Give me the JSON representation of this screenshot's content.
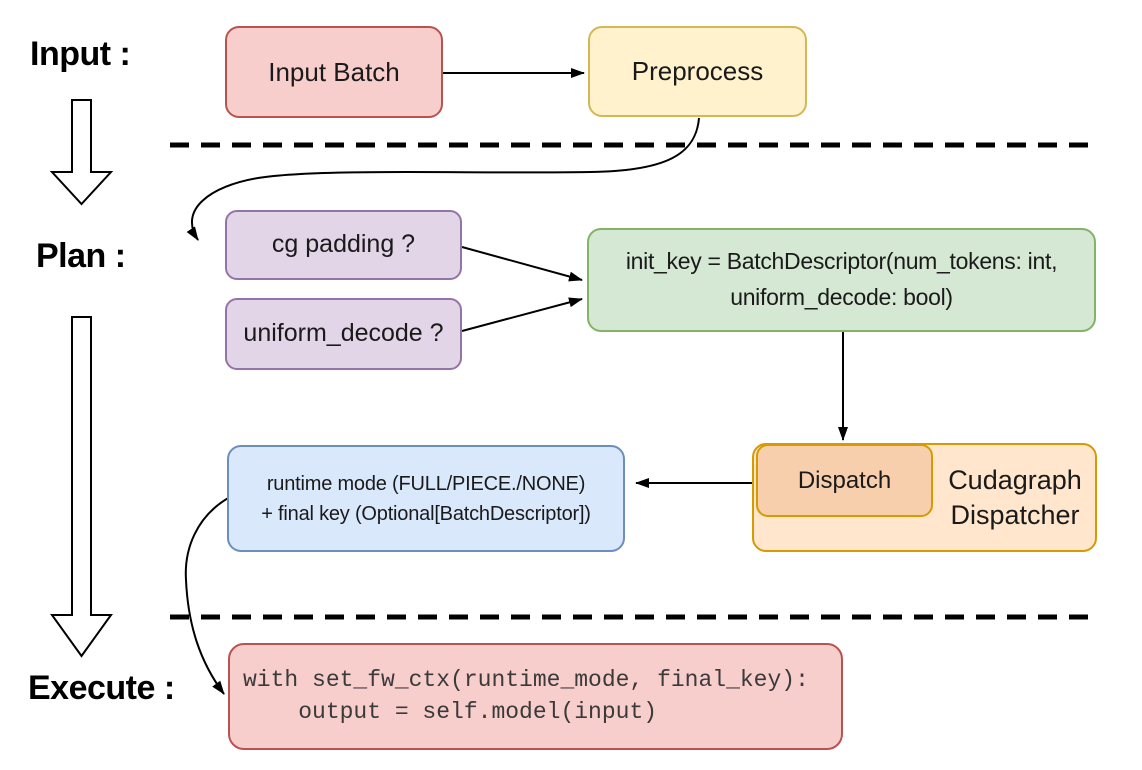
{
  "labels": {
    "input": "Input :",
    "plan": "Plan :",
    "execute": "Execute :"
  },
  "nodes": {
    "input_batch": {
      "label": "Input Batch",
      "fill": "#f8cecc",
      "stroke": "#b85450"
    },
    "preprocess": {
      "label": "Preprocess",
      "fill": "#fff2cc",
      "stroke": "#d6b656"
    },
    "cg_padding": {
      "label": "cg padding ?",
      "fill": "#e1d5e7",
      "stroke": "#9673a6"
    },
    "uniform_decode": {
      "label": "uniform_decode ?",
      "fill": "#e1d5e7",
      "stroke": "#9673a6"
    },
    "init_key": {
      "line1": "init_key = BatchDescriptor(num_tokens: int,",
      "line2": "uniform_decode: bool)",
      "fill": "#d5e8d4",
      "stroke": "#82b366"
    },
    "cudagraph_dispatcher": {
      "line1": "Cudagraph",
      "line2": "Dispatcher",
      "fill": "#ffe6cc",
      "stroke": "#d79b00"
    },
    "dispatch": {
      "label": "Dispatch",
      "fill": "#f8cfad",
      "stroke": "#d79b00"
    },
    "runtime_mode": {
      "line1": "runtime mode (FULL/PIECE./NONE)",
      "line2": "+ final key (Optional[BatchDescriptor])",
      "fill": "#dae8fc",
      "stroke": "#6c8ebf"
    },
    "execute_code": {
      "line1": "with set_fw_ctx(runtime_mode, final_key):",
      "line2": "    output = self.model(input)",
      "fill": "#f8cecc",
      "stroke": "#b85450"
    }
  },
  "colors": {
    "connector": "#000000",
    "red_fill": "#f8cecc",
    "red_stroke": "#b85450",
    "yellow_fill": "#fff2cc",
    "yellow_stroke": "#d6b656",
    "purple_fill": "#e1d5e7",
    "purple_stroke": "#9673a6",
    "green_fill": "#d5e8d4",
    "green_stroke": "#82b366",
    "orange_fill": "#ffe6cc",
    "orange_inner_fill": "#f8cfad",
    "orange_stroke": "#d79b00",
    "blue_fill": "#dae8fc",
    "blue_stroke": "#6c8ebf"
  }
}
